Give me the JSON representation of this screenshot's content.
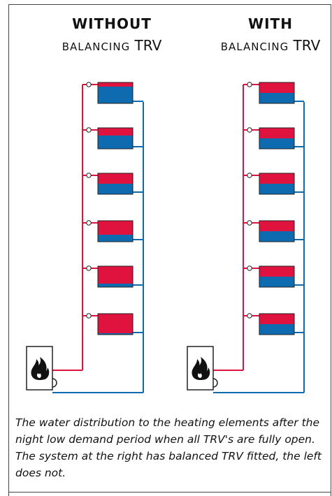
{
  "headings": {
    "left": {
      "title": "WITHOUT",
      "sub_smallcaps": "BALANCING",
      "sub_tail": " TRV"
    },
    "right": {
      "title": "WITH",
      "sub_smallcaps": "BALANCING",
      "sub_tail": " TRV"
    }
  },
  "caption": "The water distribution to the heating elements after the night low demand period when all TRV's are fully open. The system at the right has balanced TRV fitted, the left does not.",
  "colors": {
    "hot": "#e0123e",
    "cold": "#0e6bb0",
    "outline": "#222222"
  },
  "icons": {
    "boiler": "flame-icon"
  },
  "systems": [
    {
      "id": "without",
      "hot_fraction": [
        0.2,
        0.38,
        0.5,
        0.65,
        0.82,
        0.92
      ]
    },
    {
      "id": "with",
      "hot_fraction": [
        0.5,
        0.5,
        0.5,
        0.5,
        0.5,
        0.5
      ]
    }
  ]
}
